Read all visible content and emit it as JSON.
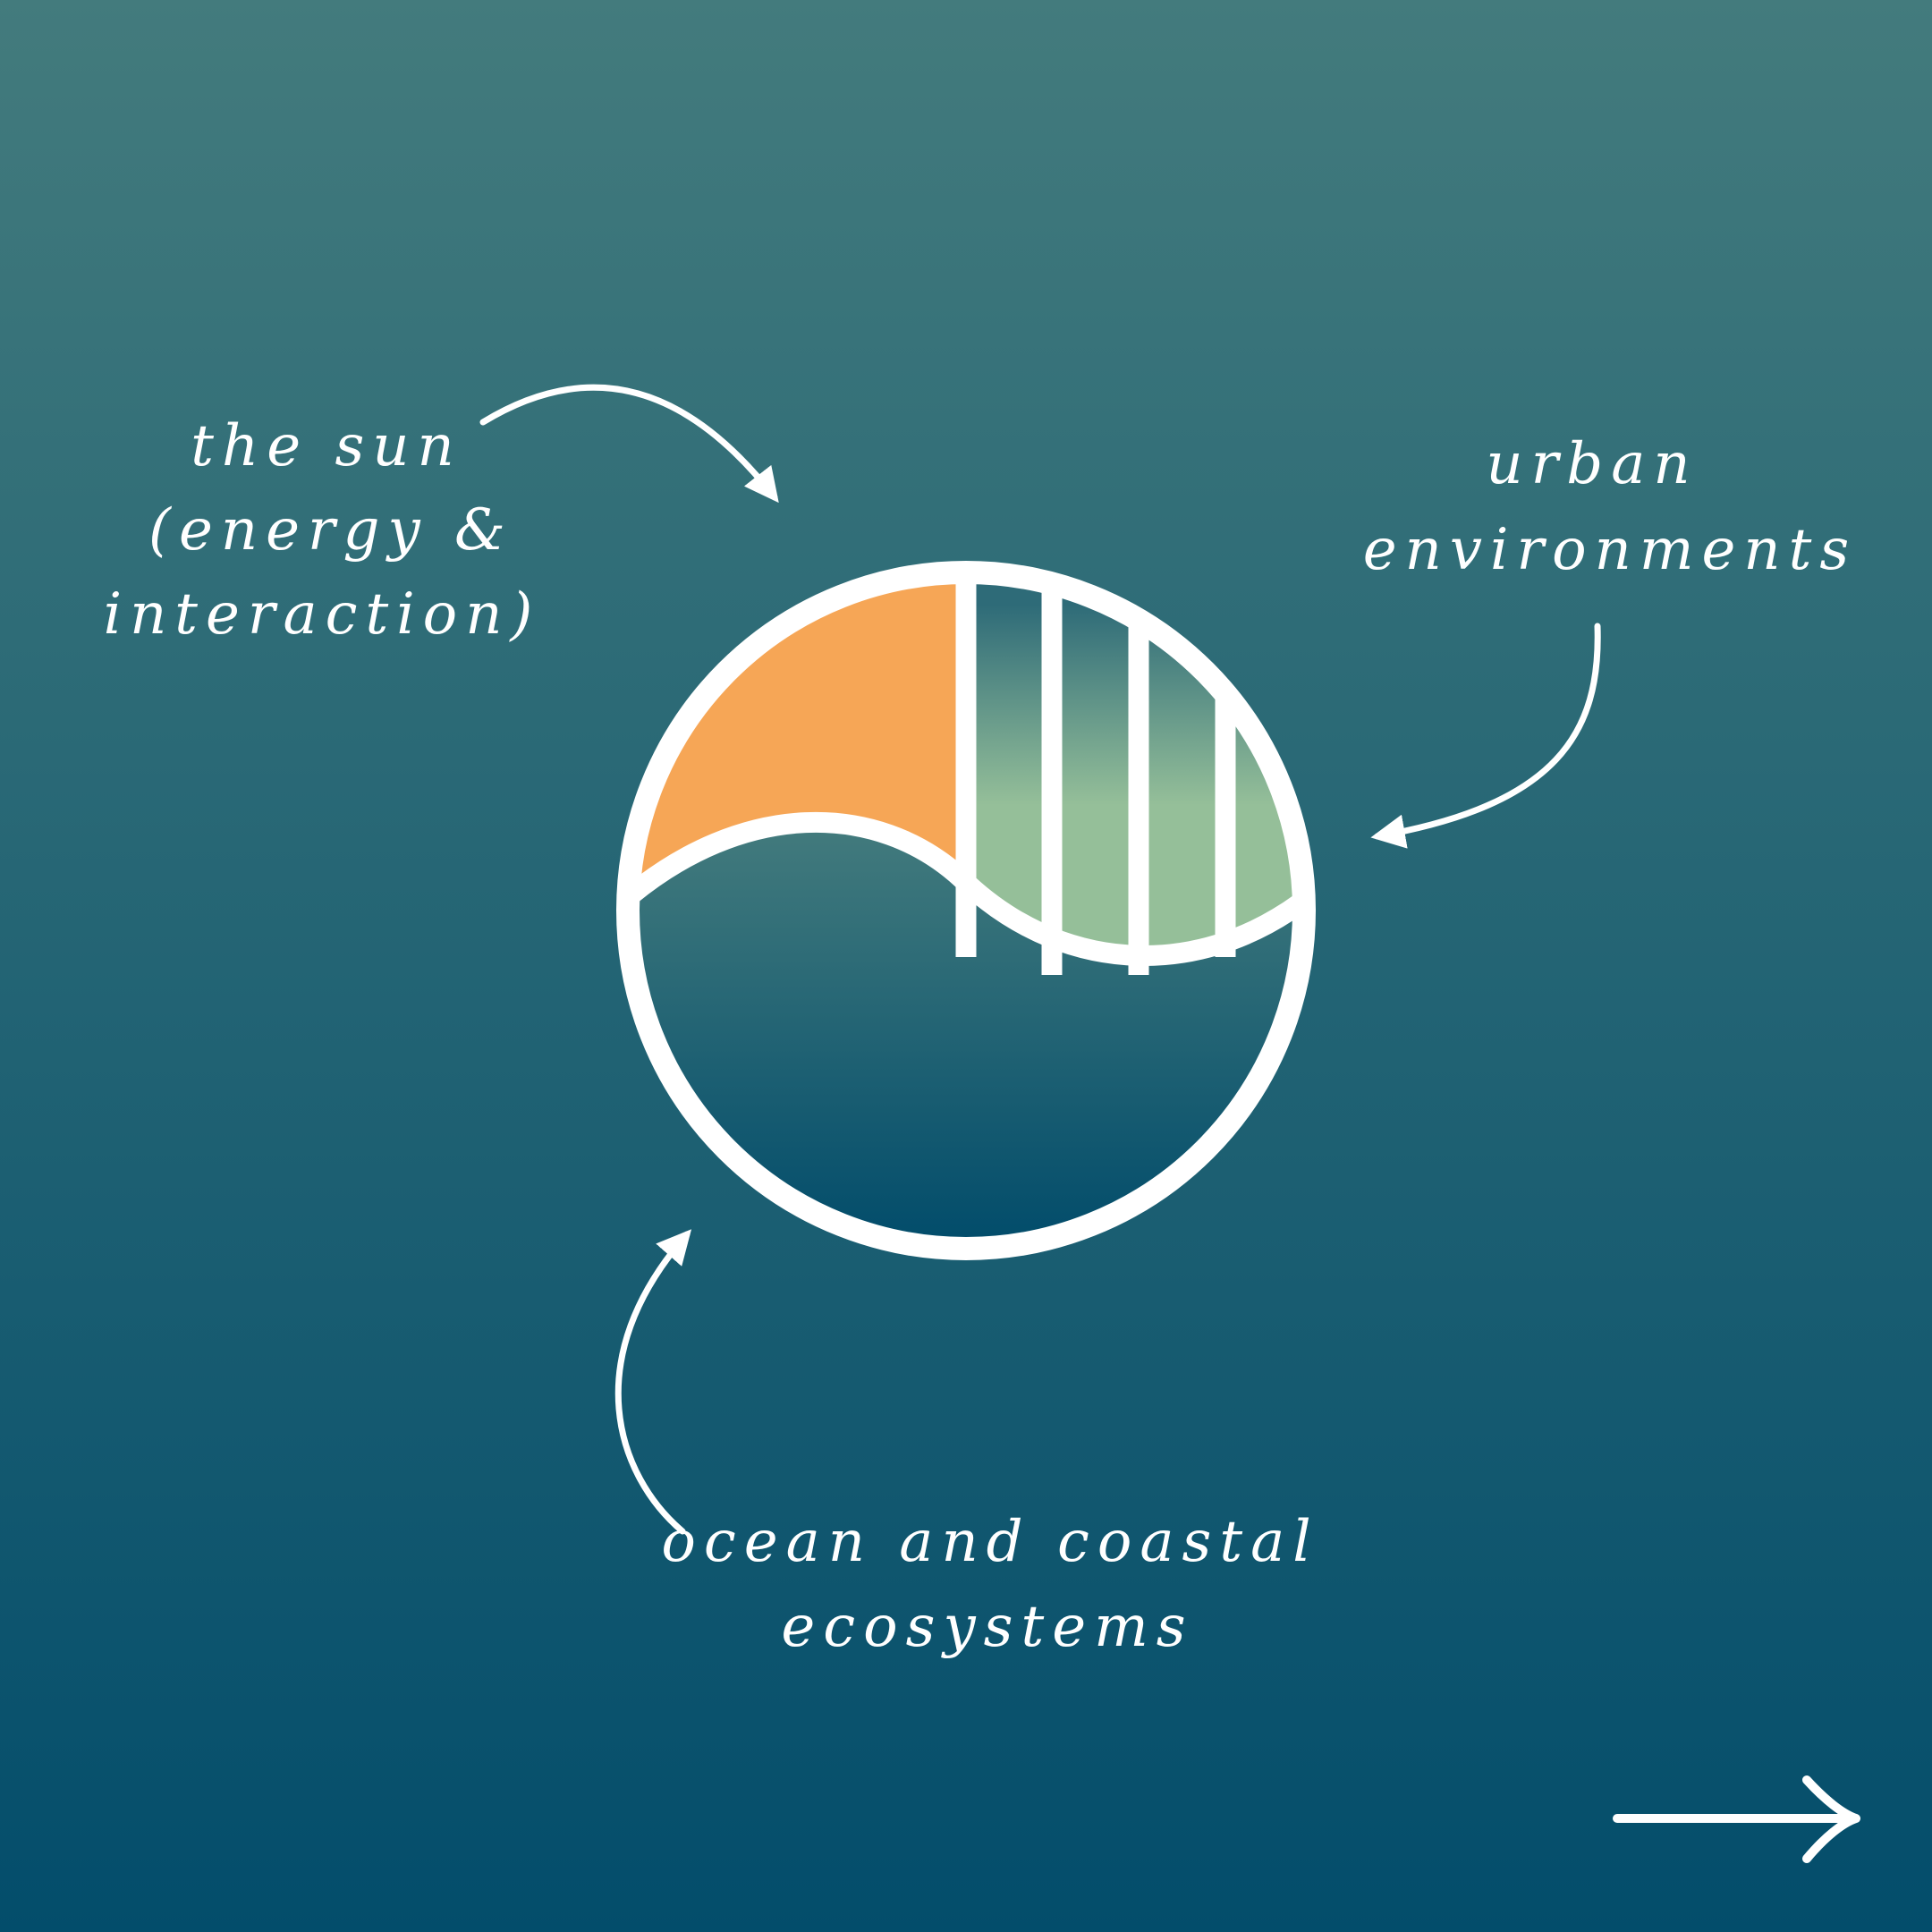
{
  "colors": {
    "background_top": "#437b7d",
    "background_bottom": "#034d6b",
    "sun": "#f6a656",
    "ocean_top": "#437b7d",
    "ocean_bottom": "#034d6b",
    "urban_top": "#2e6b78",
    "urban_bottom": "#95bf99",
    "outline": "#ffffff"
  },
  "labels": {
    "sun_line1": "the sun",
    "sun_line2": "(energy &",
    "sun_line3": "interaction)",
    "urban_line1": "urban",
    "urban_line2": "environments",
    "ocean_line1": "ocean and coastal",
    "ocean_line2": "ecosystems"
  },
  "icons": {
    "emblem": "sun-city-ocean-circle-icon",
    "next": "arrow-right-icon"
  }
}
